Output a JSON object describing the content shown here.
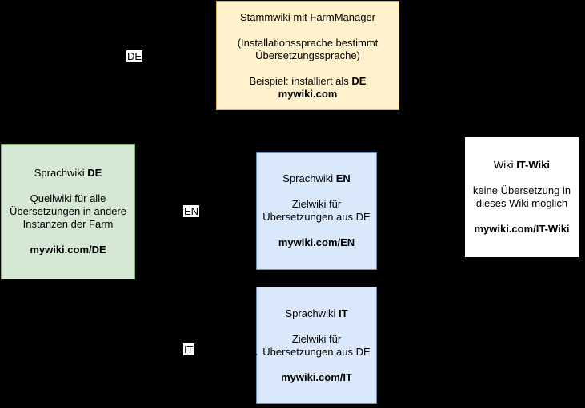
{
  "diagram": {
    "colors": {
      "background": "#000000",
      "text": "#000000",
      "label_bg": "#ffffff",
      "yellow_fill": "#fff2cc",
      "yellow_border": "#d6b656",
      "green_fill": "#d5e8d4",
      "green_border": "#82b366",
      "blue_fill": "#dae8fc",
      "blue_border": "#6c8ebf",
      "white_fill": "#ffffff"
    },
    "boxes": {
      "stammwiki": {
        "title": "Stammwiki mit FarmManager",
        "sub1": "(Installationssprache bestimmt",
        "sub2": "Übersetzungssprache)",
        "example_pre": "Beispiel: installiert als ",
        "example_bold": "DE",
        "url": "mywiki.com"
      },
      "sprachwiki_de": {
        "title_pre": "Sprachwiki ",
        "title_bold": "DE",
        "body": [
          "Quellwiki für alle",
          "Übersetzungen in andere",
          "Instanzen der Farm"
        ],
        "url": "mywiki.com/DE"
      },
      "sprachwiki_en": {
        "title_pre": "Sprachwiki ",
        "title_bold": "EN",
        "body": [
          "Zielwiki für",
          "Übersetzungen aus DE"
        ],
        "url": "mywiki.com/EN"
      },
      "sprachwiki_it": {
        "title_pre": "Sprachwiki ",
        "title_bold": "IT",
        "body": [
          "Zielwiki für",
          "Übersetzungen aus DE"
        ],
        "url": "mywiki.com/IT"
      },
      "it_wiki": {
        "title_pre": "Wiki ",
        "title_bold": "IT-Wiki",
        "body": [
          "keine Übersetzung in",
          "dieses Wiki möglich"
        ],
        "url": "mywiki.com/IT-Wiki"
      }
    },
    "edge_labels": {
      "de": "DE",
      "en": "EN",
      "it": "IT"
    }
  }
}
